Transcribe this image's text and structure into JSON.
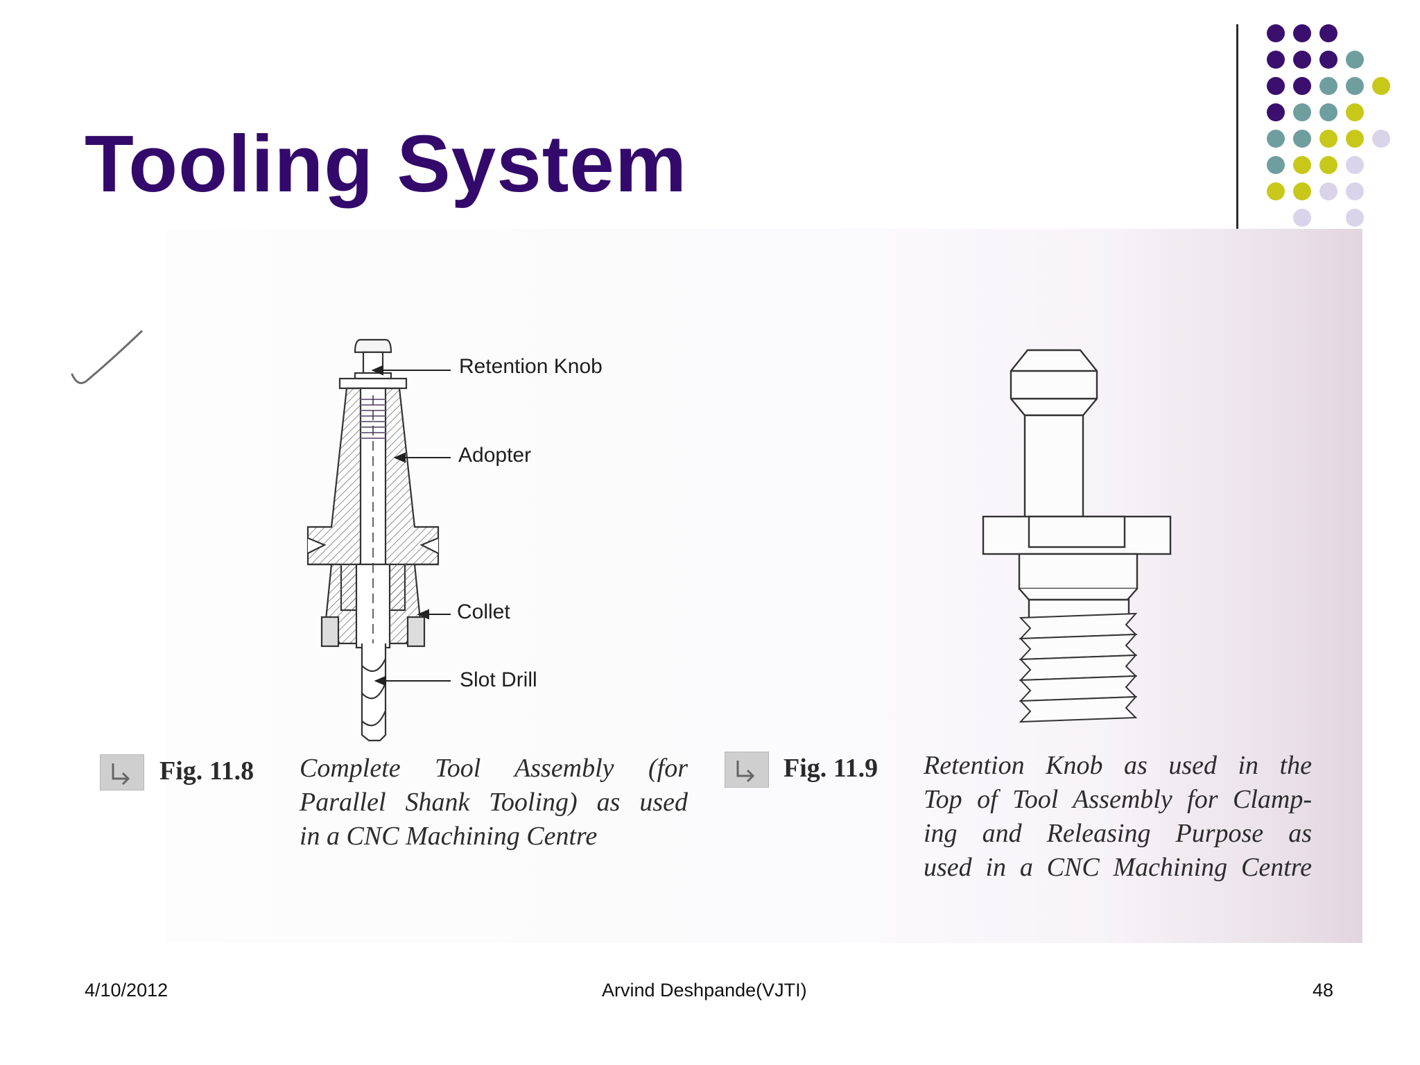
{
  "slide": {
    "title": "Tooling System"
  },
  "figure_left": {
    "labels": {
      "retention_knob": "Retention  Knob",
      "adopter": "Adopter",
      "collet": "Collet",
      "slot_drill": "Slot Drill"
    },
    "caption_number": "Fig. 11.8",
    "caption_lines": [
      "Complete Tool Assembly (for",
      "Parallel Shank Tooling) as used",
      "in a CNC Machining Centre"
    ]
  },
  "figure_right": {
    "caption_number": "Fig. 11.9",
    "caption_lines": [
      "Retention Knob as used in the",
      "Top of Tool Assembly for Clamp-",
      "ing and Releasing Purpose as",
      "used in a CNC Machining Centre"
    ]
  },
  "footer": {
    "date": "4/10/2012",
    "author": "Arvind Deshpande(VJTI)",
    "page_number": "48"
  },
  "theme": {
    "title_color": "#330a6b",
    "dot_colors": {
      "purple": "#3b0f6e",
      "teal": "#6f9e9e",
      "yellow": "#c8c81a",
      "lavender": "#d9d4ea"
    }
  }
}
